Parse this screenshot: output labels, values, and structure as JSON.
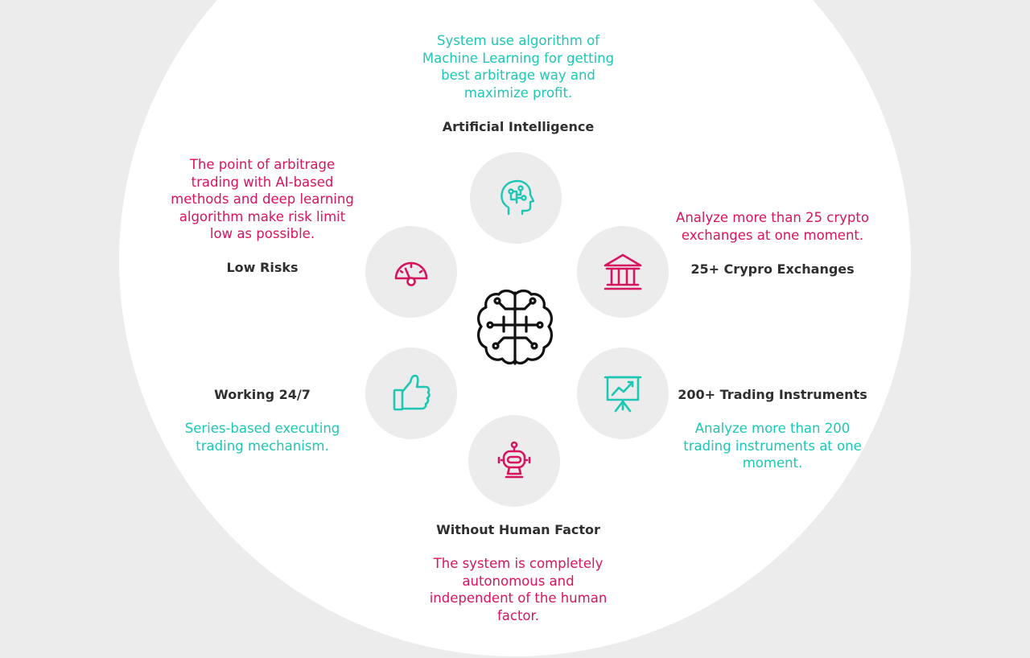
{
  "colors": {
    "teal": "#1ec6b4",
    "pink": "#d6145f",
    "dark": "#2f2f2f",
    "node_bg": "#ececec"
  },
  "center": {
    "icon": "brain-circuit-icon"
  },
  "features": {
    "ai": {
      "title": "Artificial Intelligence",
      "desc": [
        "System use algorithm of",
        "Machine Learning for getting",
        "best arbitrage way and",
        "maximize profit."
      ],
      "icon": "head-circuit-icon"
    },
    "low_risks": {
      "title": "Low Risks",
      "desc": [
        "The point of arbitrage",
        "trading with AI-based",
        "methods and deep learning",
        "algorithm make risk limit",
        "low as possible."
      ],
      "icon": "gauge-icon"
    },
    "exchanges": {
      "title": "25+ Crypro Exchanges",
      "desc": [
        "Analyze more than 25 crypto",
        "exchanges at one moment."
      ],
      "icon": "bank-icon"
    },
    "working": {
      "title": "Working 24/7",
      "desc": [
        "Series-based executing",
        "trading mechanism."
      ],
      "icon": "thumbs-up-icon"
    },
    "instruments": {
      "title": "200+ Trading Instruments",
      "desc": [
        "Analyze more than 200",
        "trading instruments at one",
        "moment."
      ],
      "icon": "presentation-chart-icon"
    },
    "human": {
      "title": "Without Human Factor",
      "desc": [
        "The system is completely",
        "autonomous and",
        "independent of the human",
        "factor."
      ],
      "icon": "robot-icon"
    }
  }
}
